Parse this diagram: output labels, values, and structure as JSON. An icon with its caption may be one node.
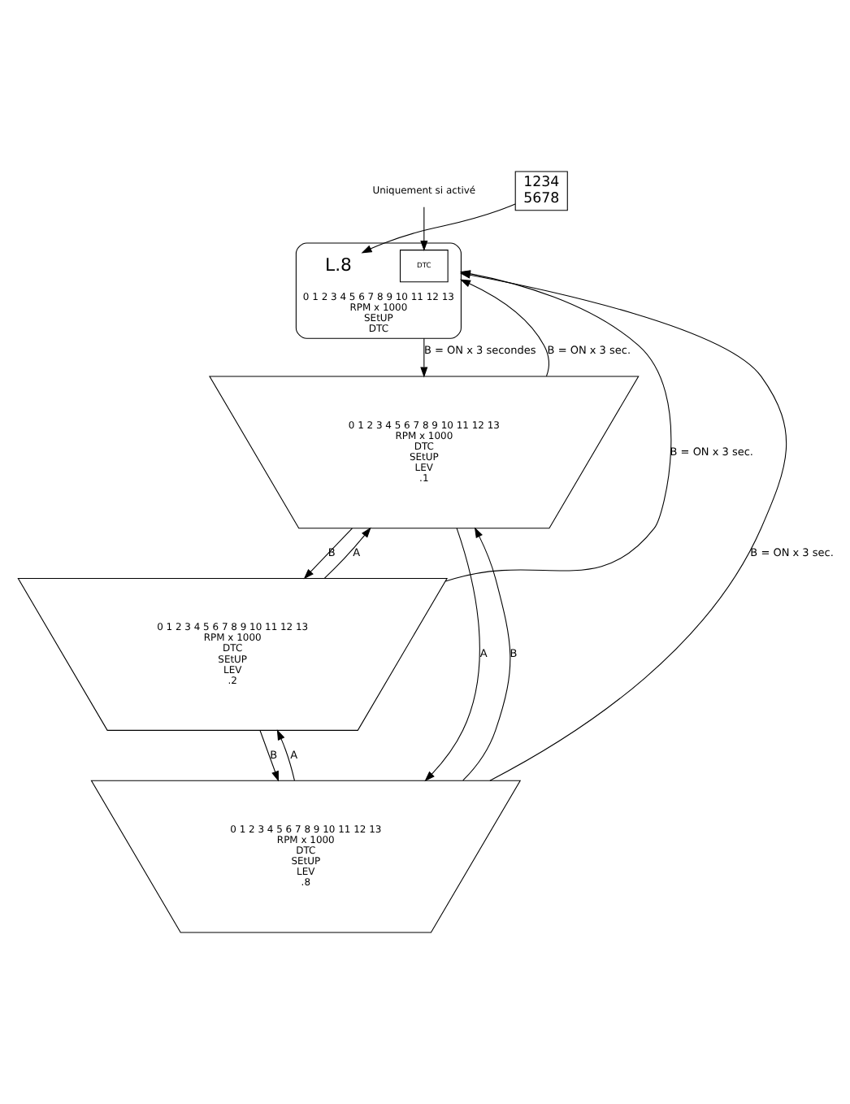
{
  "diagram": {
    "nodes": [
      {
        "text": [
          "0 1 2 3 4 5 6 7 8 9 10 11 12 13",
          "RPM x 1000",
          "SEtUP",
          "DTC"
        ]
      },
      {
        "text": [
          "Uniquement si activé"
        ]
      },
      {
        "text": [
          "DTC"
        ],
        "in": 0
      },
      {
        "text": [
          "L.8"
        ],
        "in": 0
      },
      {
        "text": [
          "1234",
          "5678"
        ]
      },
      {
        "text": [
          "0 1 2 3 4 5 6 7 8 9 10 11 12 13",
          "RPM x 1000",
          "DTC",
          "SEtUP",
          "LEV",
          ".1"
        ]
      },
      {
        "text": [
          "0 1 2 3 4 5 6 7 8 9 10 11 12 13",
          "RPM x 1000",
          "DTC",
          "SEtUP",
          "LEV",
          ".2"
        ]
      },
      {
        "text": [
          "0 1 2 3 4 5 6 7 8 9 10 11 12 13",
          "RPM x 1000",
          "DTC",
          "SEtUP",
          "LEV",
          ".8"
        ]
      }
    ],
    "edges": [
      {
        "from": 1,
        "to": 2,
        "arrow": "to"
      },
      {
        "from": 4,
        "to": 3,
        "arrow": "to"
      },
      {
        "from": 0,
        "to": 5,
        "arrow": "to",
        "label": "B = ON x 3 secondes"
      },
      {
        "from": 5,
        "to": 6,
        "arrow": "to",
        "label": "B"
      },
      {
        "from": 6,
        "to": 5,
        "arrow": "to",
        "label": "A"
      },
      {
        "from": 6,
        "to": 7,
        "arrow": "to",
        "label": "B"
      },
      {
        "from": 7,
        "to": 6,
        "arrow": "to",
        "label": "A"
      },
      {
        "from": 5,
        "to": 7,
        "arrow": "to",
        "label": "A"
      },
      {
        "from": 7,
        "to": 5,
        "arrow": "to",
        "label": "B"
      },
      {
        "from": 5,
        "to": 0,
        "arrow": "to",
        "label": "B = ON x 3 sec."
      },
      {
        "from": 6,
        "to": 0,
        "arrow": "to",
        "label": "B = ON x 3 sec."
      },
      {
        "from": 7,
        "to": 0,
        "arrow": "to",
        "label": "B = ON x 3 sec."
      }
    ]
  }
}
